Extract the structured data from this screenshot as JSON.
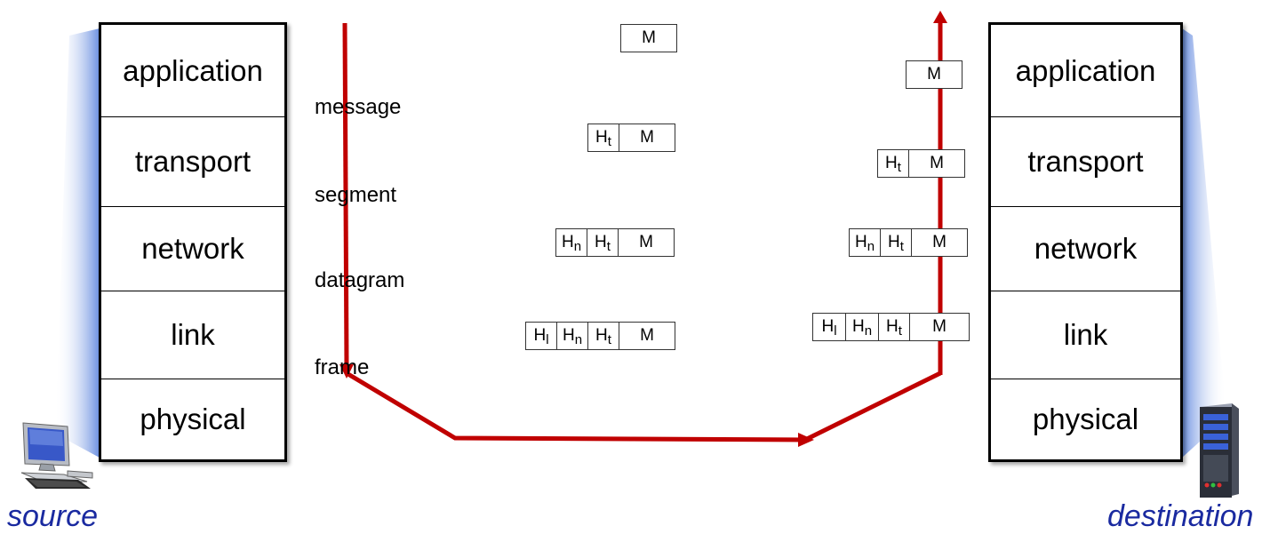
{
  "layers": [
    "application",
    "transport",
    "network",
    "link",
    "physical"
  ],
  "unit_labels": [
    "message",
    "segment",
    "datagram",
    "frame"
  ],
  "payload_label": "M",
  "header_main": "H",
  "header_subs": {
    "transport": "t",
    "network": "n",
    "link": "l"
  },
  "hosts": {
    "source": "source",
    "destination": "destination"
  },
  "colors": {
    "path": "#c00000",
    "host_text": "#1a2aa0",
    "gradient": "#6a8fe0"
  }
}
